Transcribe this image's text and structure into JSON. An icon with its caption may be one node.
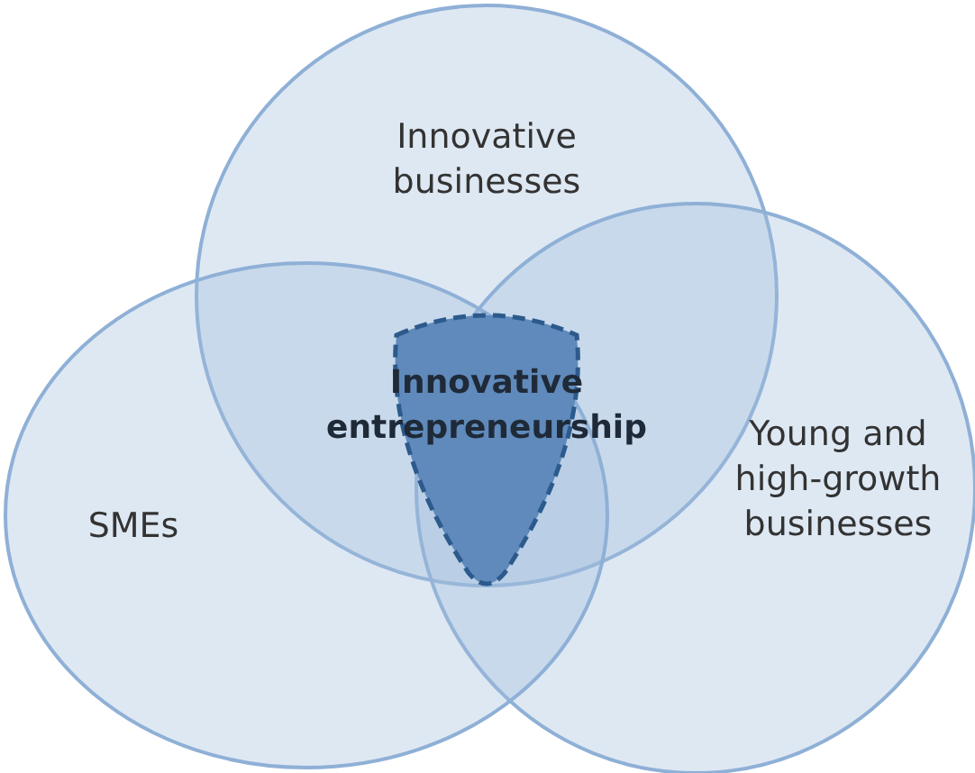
{
  "diagram": {
    "nodes": [
      {
        "text": [
          "Innovative businesses"
        ]
      },
      {
        "text": [
          "Innovative entrepreneurship"
        ]
      },
      {
        "text": [
          "Young and high-growth businesses"
        ]
      },
      {
        "text": [
          "SMEs"
        ]
      }
    ]
  }
}
